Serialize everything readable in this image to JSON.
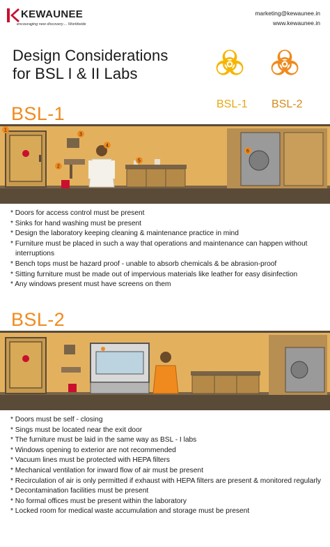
{
  "header": {
    "brand": "KEWAUNEE",
    "tagline": "encouraging new discovery.... Worldwide",
    "email": "marketing@kewaunee.in",
    "website": "www.kewaunee.in"
  },
  "title_line1": "Design Considerations",
  "title_line2": "for BSL I & II Labs",
  "hazards": [
    {
      "label": "BSL-1",
      "icon": "biohazard-icon",
      "color": "#f7b500"
    },
    {
      "label": "BSL-2",
      "icon": "biohazard-icon",
      "color": "#f08a1e"
    }
  ],
  "bsl1": {
    "title": "BSL-1",
    "markers": [
      "1",
      "2",
      "3",
      "4",
      "5",
      "6"
    ],
    "items": [
      "* Doors for access control must be present",
      "* Sinks for hand washing must be present",
      "* Design the laboratory keeping cleaning & maintenance practice in mind",
      "* Furniture must be placed in such a way that operations and maintenance can happen without interruptions",
      "* Bench tops must be hazard proof - unable to absorb chemicals & be abrasion-proof",
      "* Sitting furniture must be made out of impervious materials like leather for easy disinfection",
      "* Any windows present must have screens on them"
    ]
  },
  "bsl2": {
    "title": "BSL-2",
    "items": [
      "* Doors must be self - closing",
      "* Sings must be located near the exit door",
      "* The furniture must be laid in the same way as BSL - I labs",
      "* Windows opening to exterior are not recommended",
      "* Vacuum lines must be protected with HEPA filters",
      "* Mechanical ventilation for inward flow of air must be present",
      "* Recirculation of air is only permitted if exhaust with HEPA filters are present & monitored regularly",
      "* Decontamination facilities must be present",
      "* No formal offices must be present within the laboratory",
      "* Locked room for medical waste accumulation and storage must be present"
    ]
  },
  "colors": {
    "wall": "#e3b15e",
    "floor": "#5a4a38",
    "accent": "#f08a1e",
    "bsl1_icon": "#f7b500"
  }
}
